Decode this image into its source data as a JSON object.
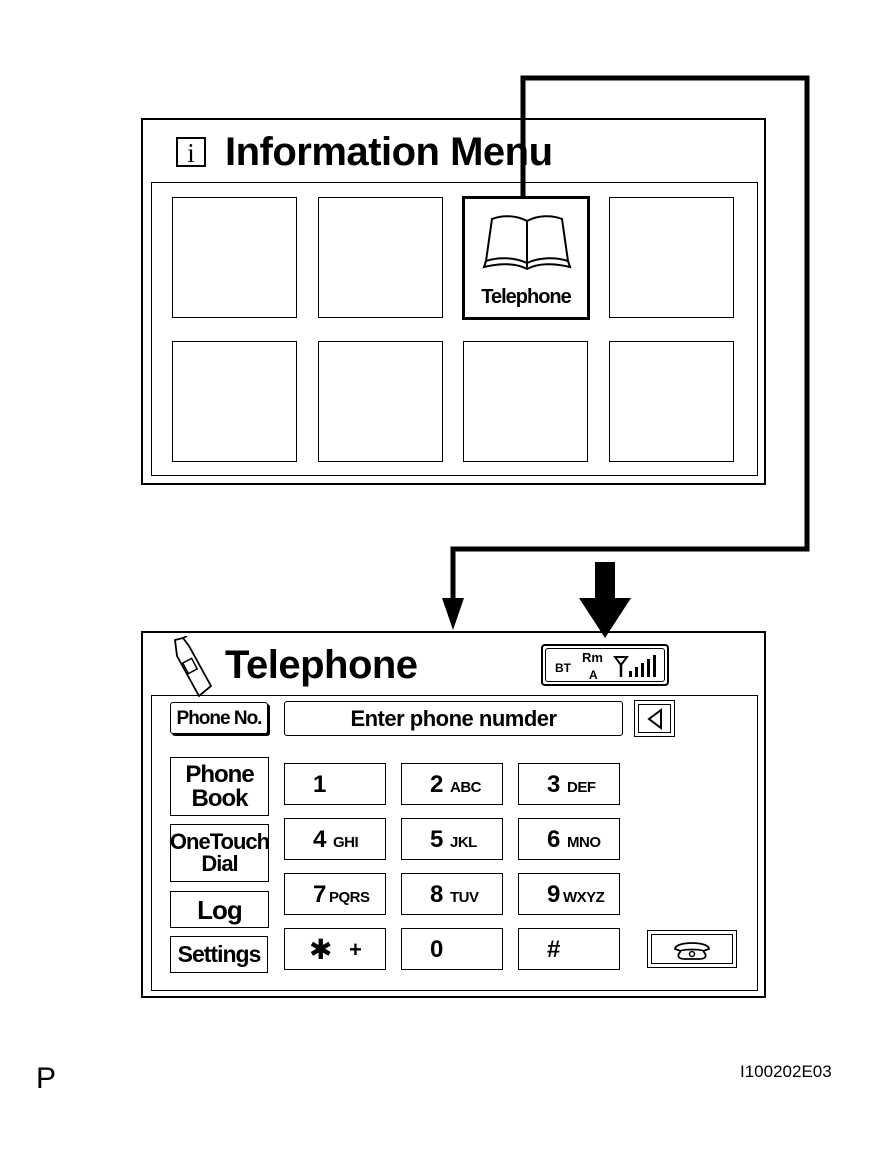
{
  "info_menu": {
    "title": "Information Menu",
    "info_icon_glyph": "i",
    "tiles": [
      {
        "label": ""
      },
      {
        "label": ""
      },
      {
        "label": "Telephone"
      },
      {
        "label": ""
      },
      {
        "label": ""
      },
      {
        "label": ""
      },
      {
        "label": ""
      },
      {
        "label": ""
      }
    ],
    "selected_tile": "Telephone"
  },
  "telephone_screen": {
    "title": "Telephone",
    "status": {
      "bt": "BT",
      "rm": "Rm",
      "a": "A"
    },
    "phone_no_button": "Phone No.",
    "number_field": "Enter phone numder",
    "side_buttons": {
      "phone_book_1": "Phone",
      "phone_book_2": "Book",
      "one_touch_1": "OneTouch",
      "one_touch_2": "Dial",
      "log": "Log",
      "settings": "Settings"
    },
    "keys": [
      {
        "digit": "1",
        "letters": ""
      },
      {
        "digit": "2",
        "letters": "ABC"
      },
      {
        "digit": "3",
        "letters": "DEF"
      },
      {
        "digit": "4",
        "letters": "GHI"
      },
      {
        "digit": "5",
        "letters": "JKL"
      },
      {
        "digit": "6",
        "letters": "MNO"
      },
      {
        "digit": "7",
        "letters": "PQRS"
      },
      {
        "digit": "8",
        "letters": "TUV"
      },
      {
        "digit": "9",
        "letters": "WXYZ"
      },
      {
        "digit": "✱",
        "letters": "+"
      },
      {
        "digit": "0",
        "letters": ""
      },
      {
        "digit": "#",
        "letters": ""
      }
    ]
  },
  "footer": {
    "left": "P",
    "right": "I100202E03"
  }
}
